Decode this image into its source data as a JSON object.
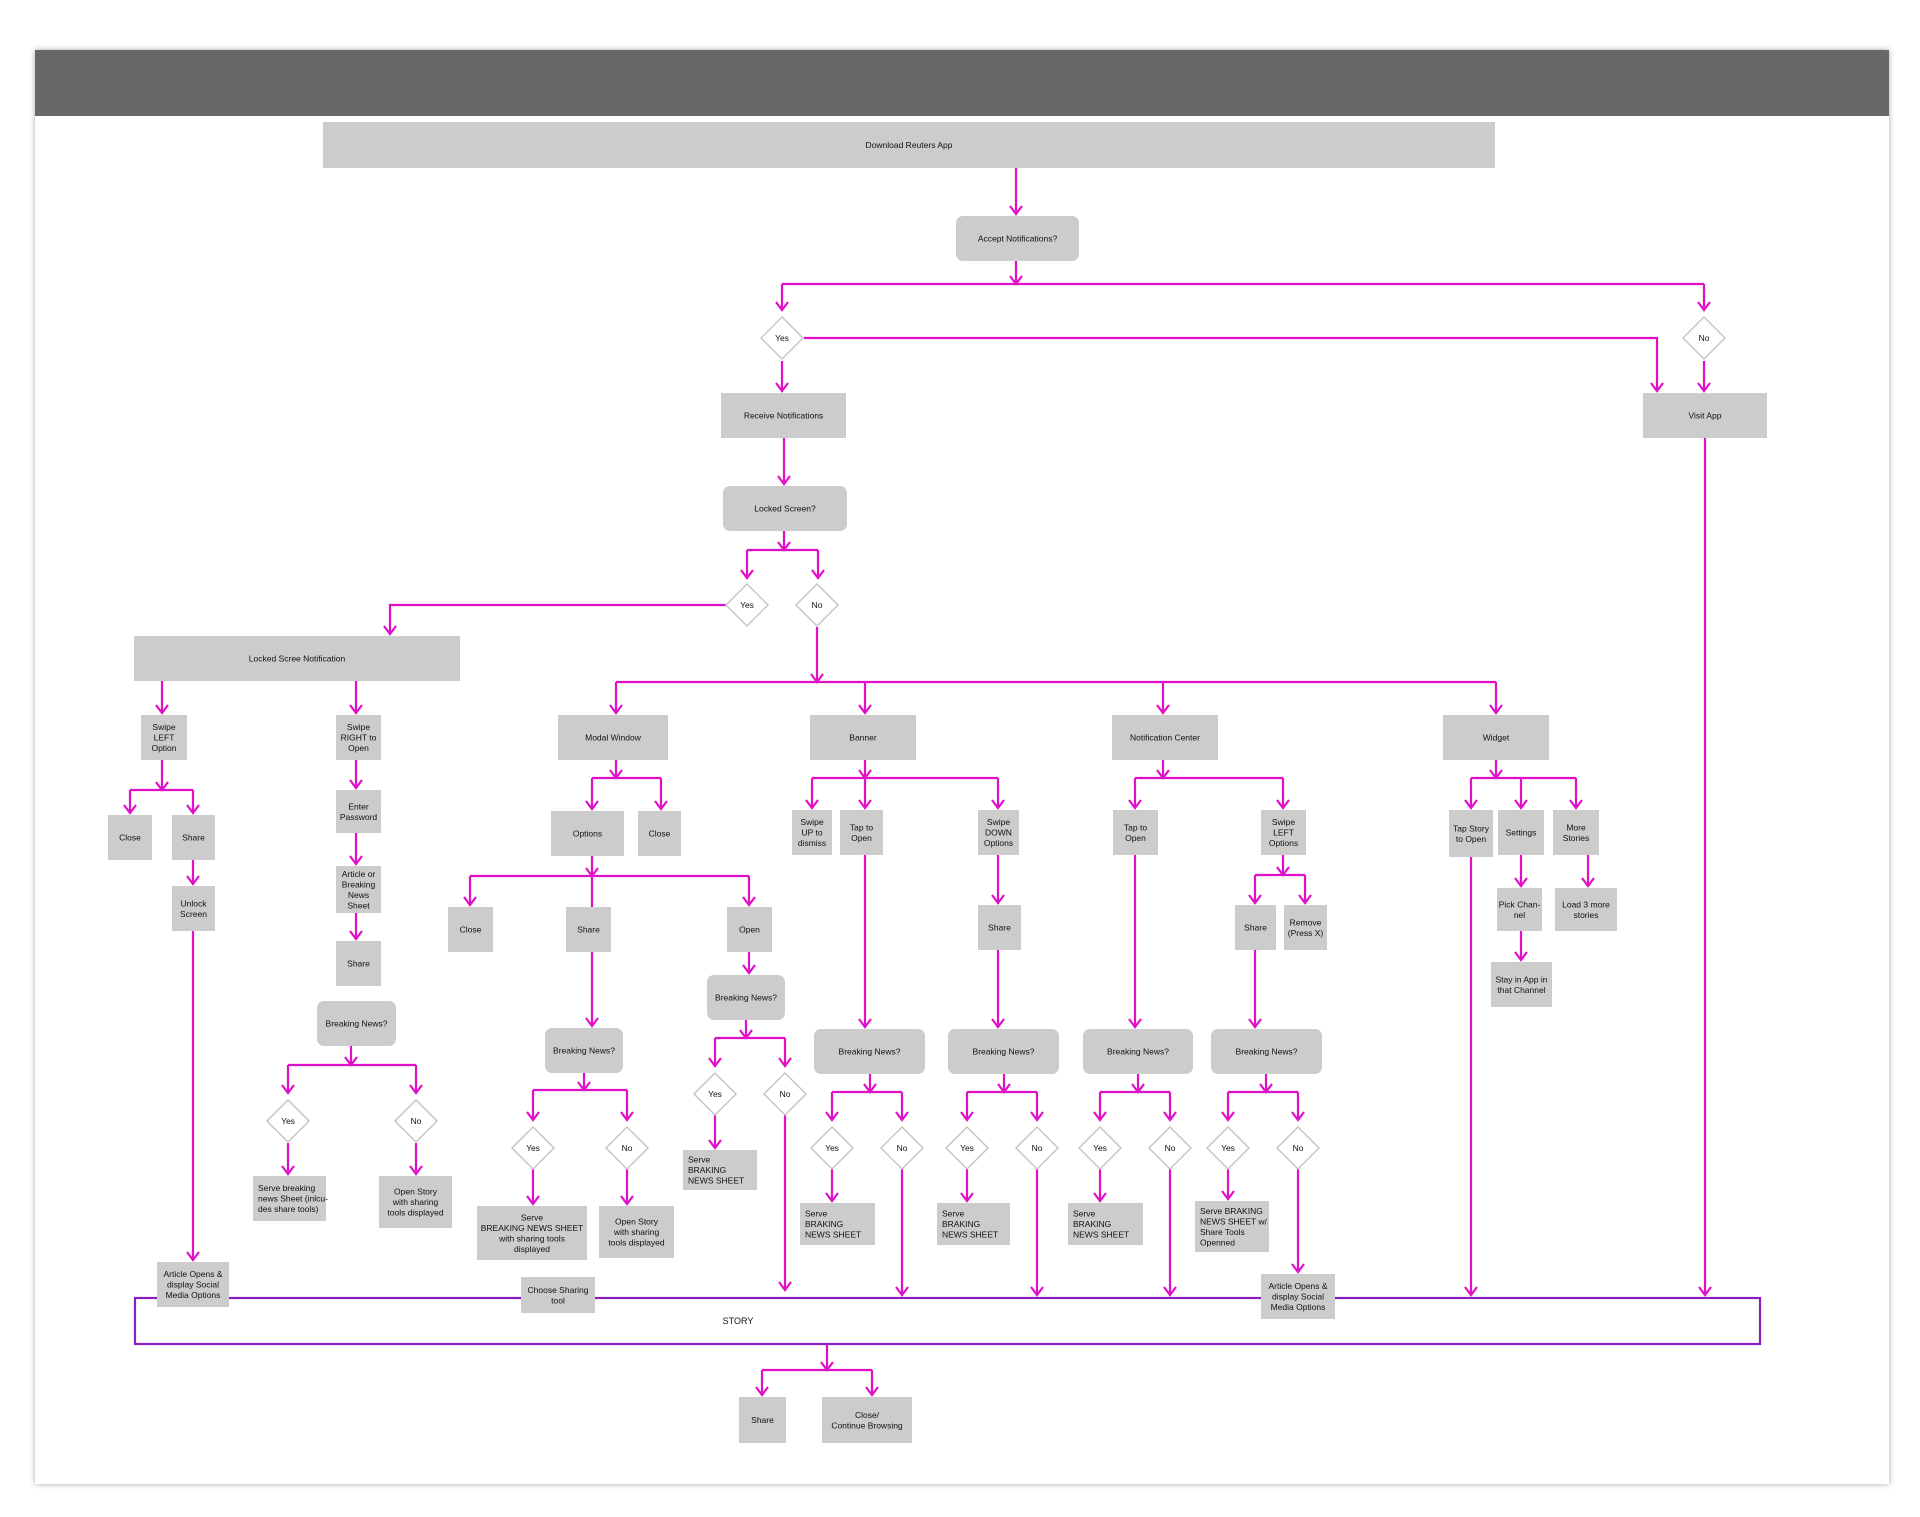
{
  "colors": {
    "header_bar": "#686868",
    "node_fill": "#cccccc",
    "connector": "#e010c8",
    "story_border": "#8a1ec0",
    "decision_stroke": "#c6c6c6"
  },
  "nodes": {
    "download": "Download Reuters App",
    "accept_notifications": "Accept Notifications?",
    "d_yes_accept": "Yes",
    "d_no_accept": "No",
    "receive_notifications": "Receive Notifications",
    "visit_app": "Visit App",
    "locked_screen": "Locked Screen?",
    "d_yes_locked": "Yes",
    "d_no_locked": "No",
    "locked_screen_notification": "Locked Scree Notification",
    "swipe_left_option": [
      "Swipe",
      "LEFT",
      "Option"
    ],
    "swipe_right_open": [
      "Swipe",
      "RIGHT to",
      "Open"
    ],
    "close_lock": "Close",
    "share_lock": "Share",
    "unlock_screen": [
      "Unlock",
      "Screen"
    ],
    "enter_password": [
      "Enter",
      "Password"
    ],
    "article_breaking_sheet": [
      "Article or",
      "Breaking",
      "News",
      "Sheet"
    ],
    "share_sheet": "Share",
    "breaking_news_lock": "Breaking News?",
    "d_yes_lock_bn": "Yes",
    "d_no_lock_bn": "No",
    "serve_breaking_lock": [
      "Serve breaking",
      "news Sheet (inlcu-",
      "des share tools)"
    ],
    "open_story_lock": [
      "Open Story",
      "with sharing",
      "tools displayed"
    ],
    "article_opens_left": [
      "Article Opens &",
      "display Social",
      "Media Options"
    ],
    "modal_window": "Modal Window",
    "banner": "Banner",
    "notification_center": "Notification Center",
    "widget": "Widget",
    "options_modal": "Options",
    "close_modal": "Close",
    "close_options": "Close",
    "share_options": "Share",
    "open_options": "Open",
    "breaking_news_modal_share": "Breaking News?",
    "d_yes_modal_share": "Yes",
    "d_no_modal_share": "No",
    "serve_breaking_modal": [
      "Serve",
      "BREAKING NEWS SHEET",
      "with sharing tools",
      "displayed"
    ],
    "open_story_modal": [
      "Open Story",
      "with sharing",
      "tools displayed"
    ],
    "choose_sharing_tool": [
      "Choose Sharing",
      "tool"
    ],
    "breaking_news_modal_open": "Breaking News?",
    "d_yes_modal_open": "Yes",
    "d_no_modal_open": "No",
    "serve_braking_modal_open": [
      "Serve",
      "BRAKING",
      "NEWS SHEET"
    ],
    "swipe_up_dismiss": [
      "Swipe",
      "UP to",
      "dismiss"
    ],
    "tap_open_banner": [
      "Tap to",
      "Open"
    ],
    "swipe_down_options": [
      "Swipe",
      "DOWN",
      "Options"
    ],
    "share_banner": "Share",
    "breaking_news_banner_tap": "Breaking News?",
    "d_yes_banner_tap": "Yes",
    "d_no_banner_tap": "No",
    "serve_braking_banner_tap": [
      "Serve",
      "BRAKING",
      "NEWS SHEET"
    ],
    "breaking_news_banner_share": "Breaking News?",
    "d_yes_banner_share": "Yes",
    "d_no_banner_share": "No",
    "serve_braking_banner_share": [
      "Serve",
      "BRAKING",
      "NEWS SHEET"
    ],
    "tap_open_nc": [
      "Tap to",
      "Open"
    ],
    "swipe_left_options_nc": [
      "Swipe",
      "LEFT",
      "Options"
    ],
    "share_nc": "Share",
    "remove_nc": [
      "Remove",
      "(Press X)"
    ],
    "breaking_news_nc_tap": "Breaking News?",
    "d_yes_nc_tap": "Yes",
    "d_no_nc_tap": "No",
    "serve_braking_nc_tap": [
      "Serve",
      "BRAKING",
      "NEWS SHEET"
    ],
    "breaking_news_nc_share": "Breaking News?",
    "d_yes_nc_share": "Yes",
    "d_no_nc_share": "No",
    "serve_braking_nc_share": [
      "Serve BRAKING",
      "NEWS SHEET w/",
      "Share Tools",
      "Openned"
    ],
    "article_opens_right": [
      "Article Opens &",
      "display Social",
      "Media Options"
    ],
    "tap_story_widget": [
      "Tap Story",
      "to Open"
    ],
    "settings_widget": "Settings",
    "more_stories_widget": [
      "More",
      "Stories"
    ],
    "pick_channel": [
      "Pick Chan-",
      "nel"
    ],
    "load_more_stories": [
      "Load 3 more",
      "stories"
    ],
    "stay_in_app": [
      "Stay in App in",
      "that Channel"
    ],
    "story": "STORY",
    "share_story": "Share",
    "close_continue": [
      "Close/",
      "Continue Browsing"
    ]
  }
}
